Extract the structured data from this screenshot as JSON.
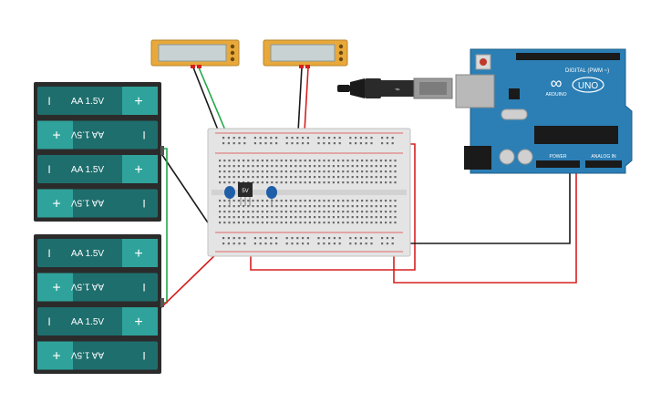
{
  "battery_packs": [
    {
      "cells": [
        {
          "label": "AA 1.5V",
          "flipped": false
        },
        {
          "label": "AA 1.5V",
          "flipped": true
        },
        {
          "label": "AA 1.5V",
          "flipped": false
        },
        {
          "label": "AA 1.5V",
          "flipped": true
        }
      ]
    },
    {
      "cells": [
        {
          "label": "AA 1.5V",
          "flipped": false
        },
        {
          "label": "AA 1.5V",
          "flipped": true
        },
        {
          "label": "AA 1.5V",
          "flipped": false
        },
        {
          "label": "AA 1.5V",
          "flipped": true
        }
      ]
    }
  ],
  "battery_signs": {
    "plus": "+",
    "minus": "I"
  },
  "regulator_label": "5V",
  "arduino": {
    "logo_text": "ARDUINO",
    "model": "UNO",
    "digital_header": "DIGITAL (PWM ~)",
    "power_header": "POWER",
    "analog_header": "ANALOG IN"
  },
  "colors": {
    "battery_body": "#2b2b2b",
    "battery_cell": "#1f6e6e",
    "battery_cap": "#2fa39b",
    "wire_red": "#d62020",
    "wire_black": "#1a1a1a",
    "wire_green": "#22a84a",
    "arduino_board": "#2b7fb5",
    "breadboard": "#e4e4e4",
    "multimeter": "#e8a93a"
  }
}
